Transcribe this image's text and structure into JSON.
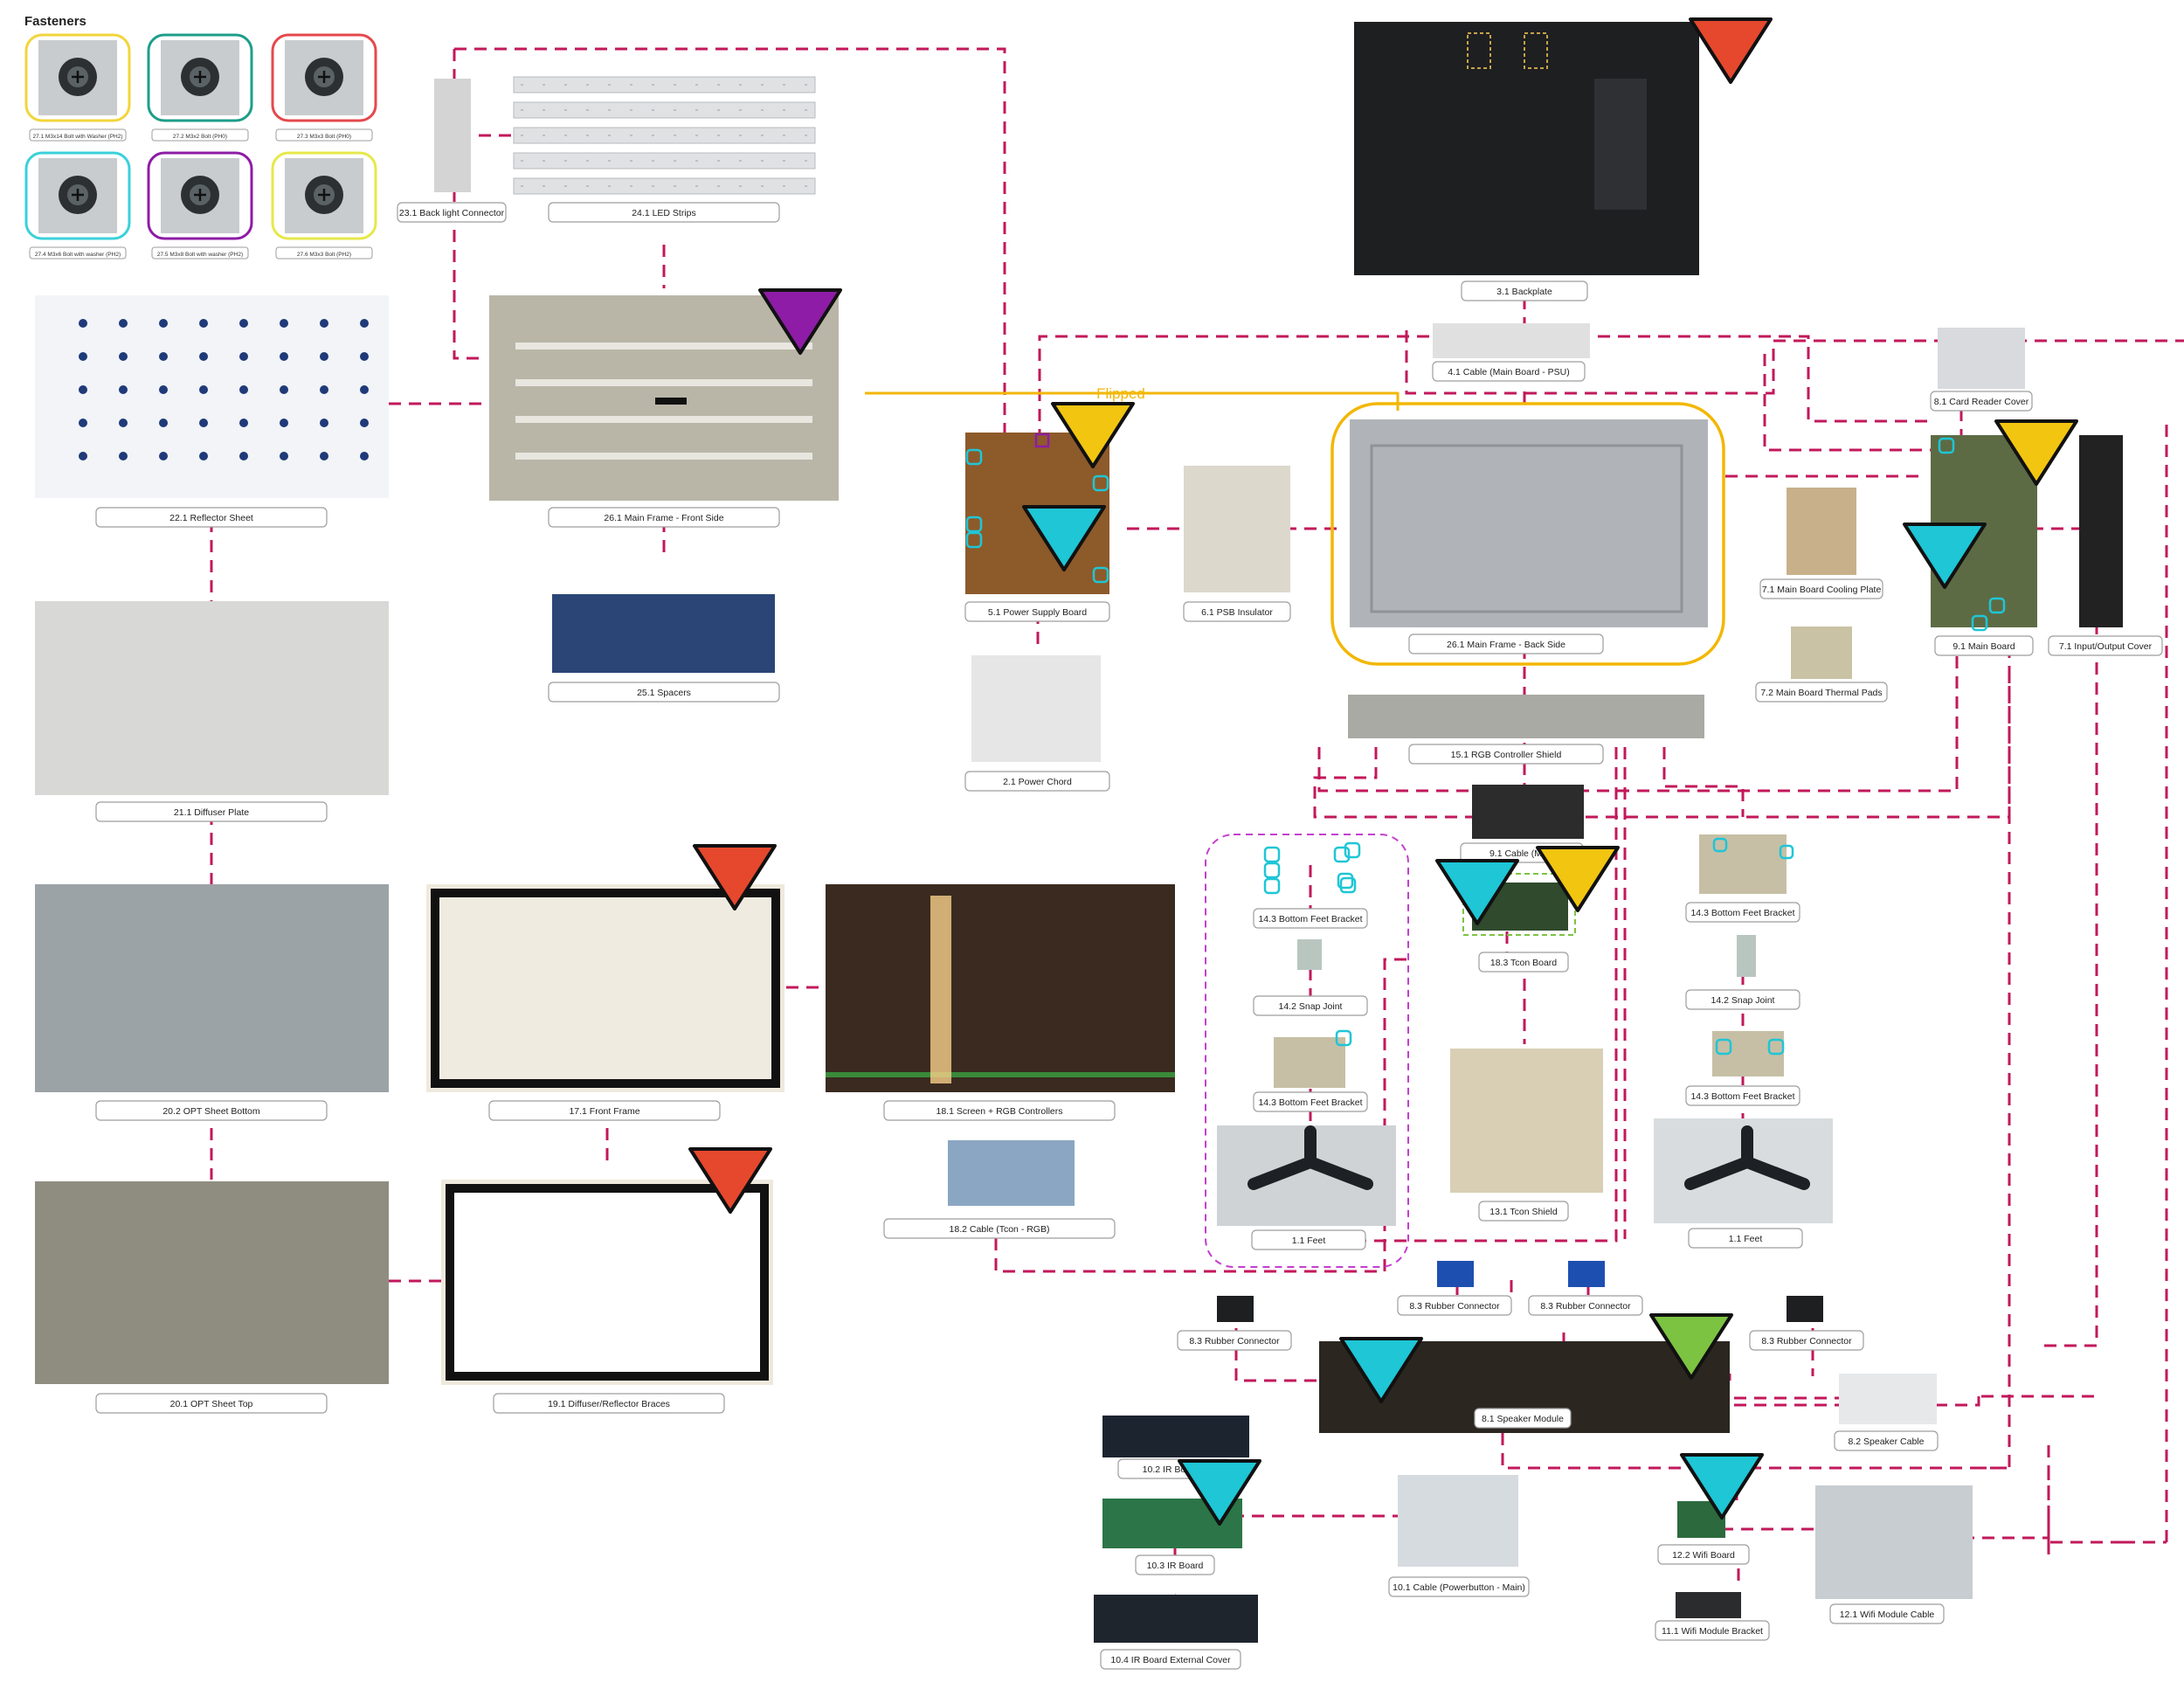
{
  "section_title": "Fasteners",
  "flipped_label": "Flipped",
  "colors": {
    "connector": "#c2185b",
    "flipped": "#f2b705",
    "cyan": "#1ec6d6",
    "red": "#e5482d",
    "yellow": "#f2c511",
    "purple": "#8e1ca6",
    "green": "#7dc342",
    "box_border": "#9e9e9e"
  },
  "fasteners": [
    {
      "label": "27.1 M3x14 Bolt with Washer (PH2)",
      "color": "#f2d53c",
      "icon": "bolt-with-washer-icon"
    },
    {
      "label": "27.2 M3x2 Bolt (PH0)",
      "color": "#1d9e88",
      "icon": "bolt-icon"
    },
    {
      "label": "27.3 M3x3 Bolt (PH0)",
      "color": "#e5484d",
      "icon": "bolt-icon"
    },
    {
      "label": "27.4 M3x6 Bolt with washer (PH2)",
      "color": "#3ad1d9",
      "icon": "bolt-with-washer-icon"
    },
    {
      "label": "27.5 M3x8 Bolt with washer (PH2)",
      "color": "#8e1ca6",
      "icon": "bolt-with-washer-icon"
    },
    {
      "label": "27.6 M3x3 Bolt (PH2)",
      "color": "#e6e84a",
      "icon": "bolt-icon"
    }
  ],
  "parts": [
    {
      "id": "p23_1",
      "label": "23.1 Back light Connector"
    },
    {
      "id": "p24_1",
      "label": "24.1 LED Strips"
    },
    {
      "id": "p22_1",
      "label": "22.1 Reflector Sheet"
    },
    {
      "id": "p26_1f",
      "label": "26.1 Main Frame - Front Side"
    },
    {
      "id": "p25_1",
      "label": "25.1 Spacers"
    },
    {
      "id": "p21_1",
      "label": "21.1 Diffuser Plate"
    },
    {
      "id": "p20_2",
      "label": "20.2 OPT Sheet Bottom"
    },
    {
      "id": "p17_1",
      "label": "17.1 Front Frame"
    },
    {
      "id": "p18_1",
      "label": "18.1 Screen + RGB Controllers"
    },
    {
      "id": "p18_2",
      "label": "18.2 Cable (Tcon - RGB)"
    },
    {
      "id": "p20_1",
      "label": "20.1 OPT Sheet Top"
    },
    {
      "id": "p19_1",
      "label": "19.1 Diffuser/Reflector Braces"
    },
    {
      "id": "p3_1",
      "label": "3.1 Backplate"
    },
    {
      "id": "p4_1",
      "label": "4.1 Cable (Main Board - PSU)"
    },
    {
      "id": "p8_1c",
      "label": "8.1 Card Reader Cover"
    },
    {
      "id": "p5_1",
      "label": "5.1 Power Supply Board"
    },
    {
      "id": "p6_1",
      "label": "6.1 PSB Insulator"
    },
    {
      "id": "p26_1b",
      "label": "26.1 Main Frame - Back Side"
    },
    {
      "id": "p7_1p",
      "label": "7.1 Main Board Cooling Plate"
    },
    {
      "id": "p7_2",
      "label": "7.2 Main Board Thermal Pads"
    },
    {
      "id": "p9_1",
      "label": "9.1 Main Board"
    },
    {
      "id": "p7_1io",
      "label": "7.1 Input/Output Cover"
    },
    {
      "id": "p2_1",
      "label": "2.1 Power Chord"
    },
    {
      "id": "p15_1",
      "label": "15.1 RGB Controller Shield"
    },
    {
      "id": "p9_1cable",
      "label": "9.1 Cable (Main"
    },
    {
      "id": "p14_3a",
      "label": "14.3 Bottom Feet Bracket"
    },
    {
      "id": "p14_2a",
      "label": "14.2 Snap Joint"
    },
    {
      "id": "p14_3b",
      "label": "14.3 Bottom Feet Bracket"
    },
    {
      "id": "p1_1a",
      "label": "1.1 Feet"
    },
    {
      "id": "p18_3",
      "label": "18.3 Tcon Board"
    },
    {
      "id": "p13_1",
      "label": "13.1 Tcon Shield"
    },
    {
      "id": "p14_3c",
      "label": "14.3 Bottom Feet Bracket"
    },
    {
      "id": "p14_2b",
      "label": "14.2 Snap Joint"
    },
    {
      "id": "p14_3d",
      "label": "14.3 Bottom Feet Bracket"
    },
    {
      "id": "p1_1b",
      "label": "1.1 Feet"
    },
    {
      "id": "p8_3a",
      "label": "8.3 Rubber Connector"
    },
    {
      "id": "p8_3b",
      "label": "8.3 Rubber Connector"
    },
    {
      "id": "p8_3c",
      "label": "8.3 Rubber Connector"
    },
    {
      "id": "p8_3d",
      "label": "8.3 Rubber Connector"
    },
    {
      "id": "p8_1",
      "label": "8.1 Speaker Module"
    },
    {
      "id": "p8_2",
      "label": "8.2 Speaker Cable"
    },
    {
      "id": "p10_2",
      "label": "10.2 IR Board E"
    },
    {
      "id": "p10_3",
      "label": "10.3 IR Board"
    },
    {
      "id": "p10_4",
      "label": "10.4 IR Board External Cover"
    },
    {
      "id": "p10_1",
      "label": "10.1 Cable (Powerbutton - Main)"
    },
    {
      "id": "p12_2",
      "label": "12.2 Wifi Board"
    },
    {
      "id": "p11_1",
      "label": "11.1 Wifi Module Bracket"
    },
    {
      "id": "p12_1",
      "label": "12.1 Wifi Module Cable"
    }
  ]
}
